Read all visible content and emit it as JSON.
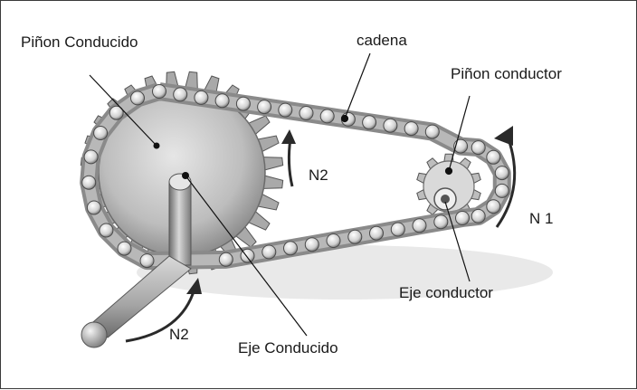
{
  "labels": {
    "driven_sprocket": "Piñon Conducido",
    "chain": "cadena",
    "driving_sprocket": "Piñon conductor",
    "speed_n2_upper": "N2",
    "speed_n1": "N 1",
    "driving_shaft": "Eje  conductor",
    "speed_n2_lower": "N2",
    "driven_shaft": "Eje Conducido"
  },
  "colors": {
    "chain_link": "#8a8a8a",
    "roller": "#f2f2f2",
    "sprocket": "#c9c9c9",
    "arrow": "#2a2a2a",
    "leader_line": "#111111"
  }
}
